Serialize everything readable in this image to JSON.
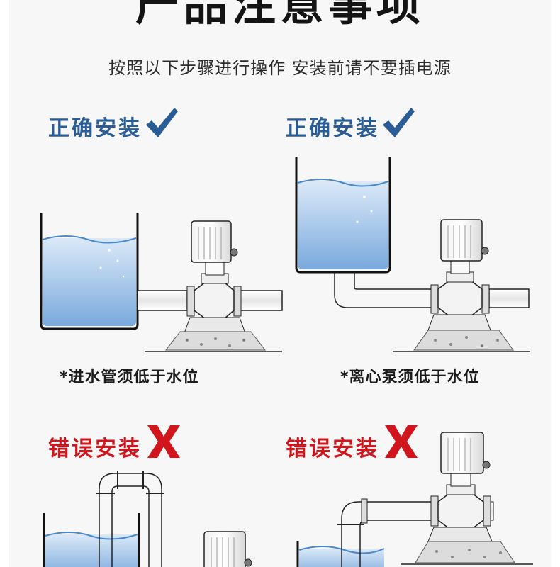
{
  "header": {
    "title": "产品注意事项",
    "subtitle": "按照以下步骤进行操作  安装前请不要插电源"
  },
  "panels": [
    {
      "heading": "正确安装",
      "status": "correct",
      "caption": "*进水管须低于水位"
    },
    {
      "heading": "正确安装",
      "status": "correct",
      "caption": "*离心泵须低于水位"
    },
    {
      "heading": "错误安装",
      "status": "wrong",
      "caption": ""
    },
    {
      "heading": "错误安装",
      "status": "wrong",
      "caption": ""
    }
  ],
  "colors": {
    "correct": "#2a5d95",
    "wrong": "#d0161c",
    "water": "#8fb9e4"
  },
  "icons": [
    "check-icon",
    "cross-icon",
    "water-tank",
    "centrifugal-pump",
    "foundation"
  ]
}
